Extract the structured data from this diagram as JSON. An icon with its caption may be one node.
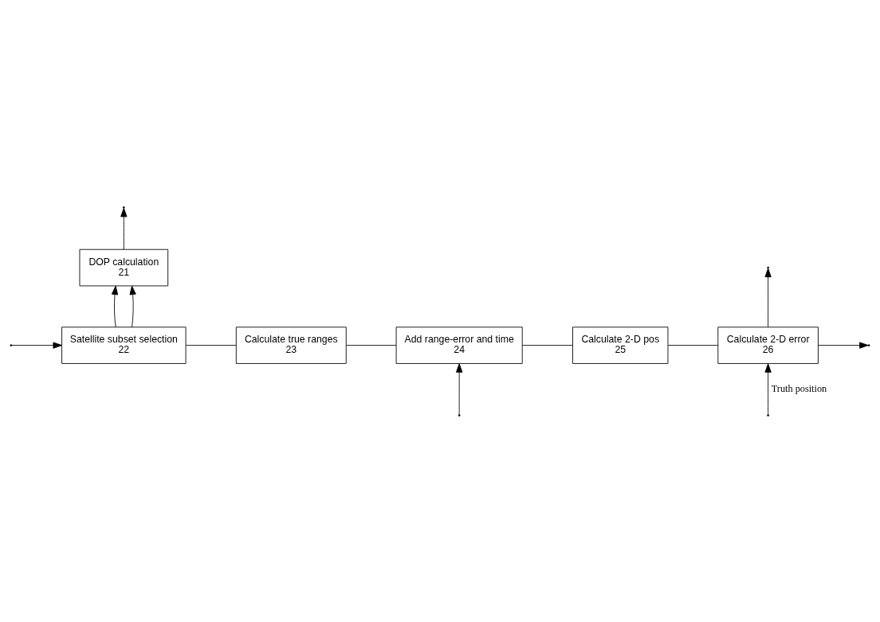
{
  "diagram": {
    "nodes": [
      {
        "text": [
          "DOP calculation",
          "21"
        ]
      },
      {
        "text": [
          "Satellite subset selection",
          "22"
        ]
      },
      {
        "text": [
          "Calculate true ranges",
          "23"
        ]
      },
      {
        "text": [
          "Add range-error and time",
          "24"
        ]
      },
      {
        "text": [
          "Calculate 2-D pos",
          "25"
        ]
      },
      {
        "text": [
          "Calculate 2-D error",
          "26"
        ]
      }
    ],
    "edges": [
      {
        "from": null,
        "to": 1,
        "arrow": "to"
      },
      {
        "from": 1,
        "to": 0,
        "arrow": "to"
      },
      {
        "from": 1,
        "to": 0,
        "arrow": "to"
      },
      {
        "from": 1,
        "to": 2,
        "arrow": "none"
      },
      {
        "from": 2,
        "to": 3,
        "arrow": "none"
      },
      {
        "from": 3,
        "to": 4,
        "arrow": "none"
      },
      {
        "from": 4,
        "to": 5,
        "arrow": "none"
      },
      {
        "from": 5,
        "to": null,
        "arrow": "to"
      },
      {
        "from": null,
        "to": 3,
        "arrow": "to"
      },
      {
        "from": null,
        "to": 5,
        "arrow": "to",
        "label": "Truth position"
      },
      {
        "from": 0,
        "to": null,
        "arrow": "to"
      },
      {
        "from": 5,
        "to": null,
        "arrow": "to"
      }
    ]
  }
}
